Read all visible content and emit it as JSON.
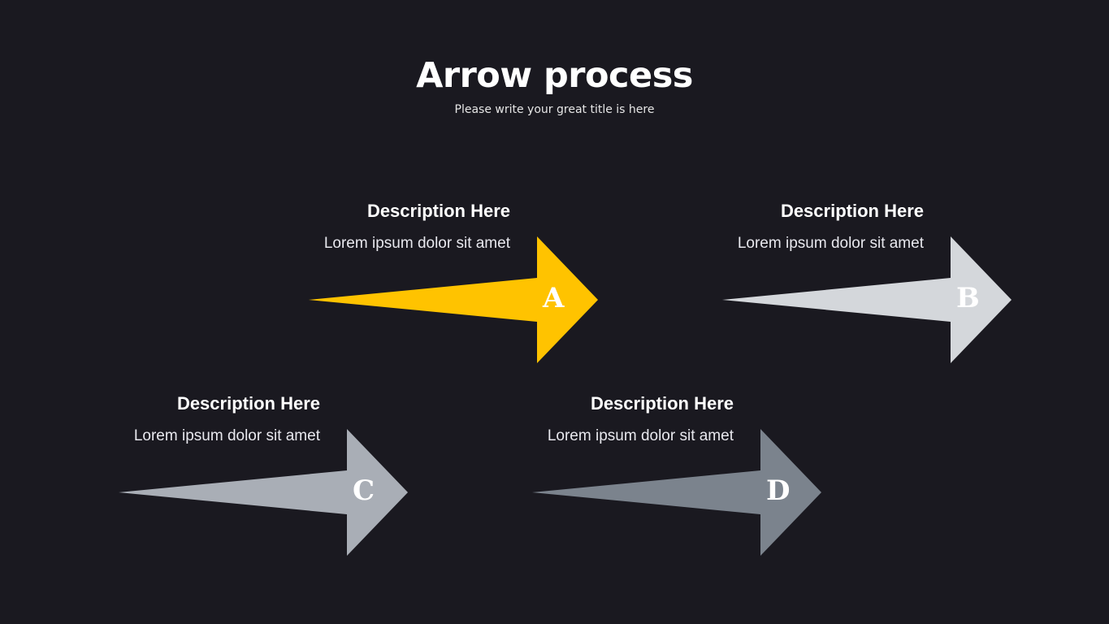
{
  "header": {
    "title": "Arrow process",
    "subtitle": "Please write your great title is here"
  },
  "steps": [
    {
      "letter": "A",
      "heading": "Description Here",
      "text": "Lorem ipsum dolor sit amet",
      "color": "#ffc300"
    },
    {
      "letter": "B",
      "heading": "Description Here",
      "text": "Lorem ipsum dolor sit amet",
      "color": "#d4d7db"
    },
    {
      "letter": "C",
      "heading": "Description Here",
      "text": "Lorem ipsum dolor sit amet",
      "color": "#a9aeb6"
    },
    {
      "letter": "D",
      "heading": "Description Here",
      "text": "Lorem ipsum dolor sit amet",
      "color": "#7b838d"
    }
  ]
}
